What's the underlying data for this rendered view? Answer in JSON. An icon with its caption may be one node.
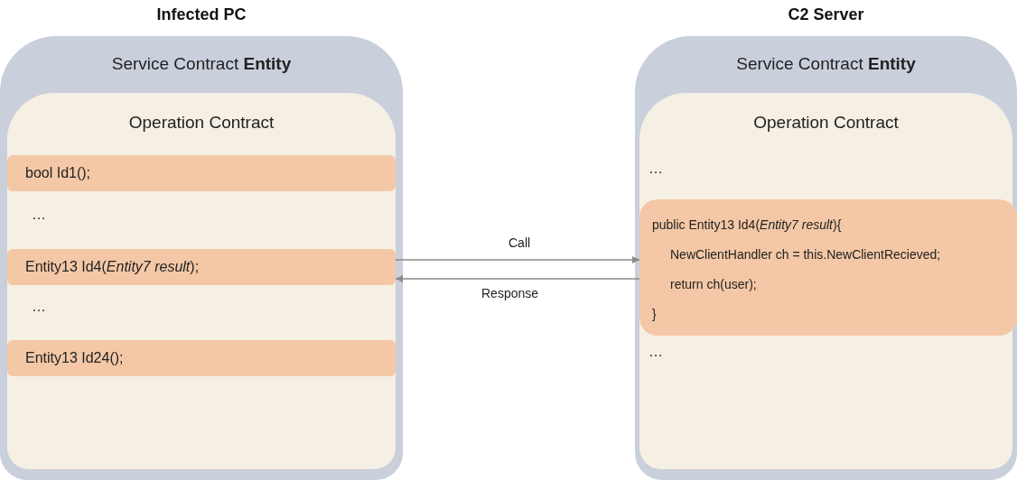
{
  "diagram": {
    "nodes": [
      {
        "text": [
          "Infected PC",
          "Service Contract **Entity**"
        ]
      },
      {
        "text": [
          "Operation Contract"
        ],
        "in": 0
      },
      {
        "text": [
          "bool Id1();"
        ],
        "in": 1
      },
      {
        "text": [
          "Entity13 Id4(*Entity7 result*);"
        ],
        "in": 1
      },
      {
        "text": [
          "Entity13 Id24();"
        ],
        "in": 1
      },
      {
        "text": [
          "C2 Server",
          "Service Contract **Entity**"
        ]
      },
      {
        "text": [
          "Operation Contract"
        ],
        "in": 5
      },
      {
        "text": [
          "public Entity13 Id4(*Entity7 result*){",
          "NewClientHandler ch = this.NewClientRecieved;",
          "return ch(user);",
          "}"
        ],
        "in": 6
      }
    ],
    "edges": [
      {
        "from": 3,
        "to": 7,
        "arrow": "to",
        "label": "Call"
      },
      {
        "from": 7,
        "to": 3,
        "arrow": "to",
        "label": "Response"
      }
    ],
    "labels": [
      "…",
      "…",
      "…",
      "…"
    ]
  }
}
